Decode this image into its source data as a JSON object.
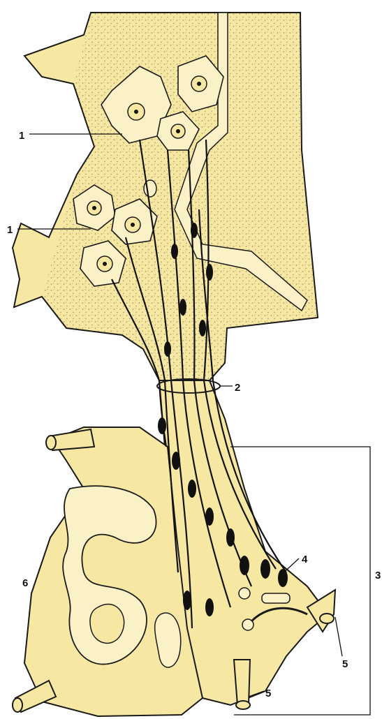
{
  "diagram": {
    "labels": [
      {
        "id": "1a",
        "text": "1"
      },
      {
        "id": "1b",
        "text": "1"
      },
      {
        "id": "2",
        "text": "2"
      },
      {
        "id": "3",
        "text": "3"
      },
      {
        "id": "4",
        "text": "4"
      },
      {
        "id": "5a",
        "text": "5"
      },
      {
        "id": "5b",
        "text": "5"
      },
      {
        "id": "6",
        "text": "6"
      }
    ]
  },
  "colors": {
    "tissue_fill": "#f6e7a2",
    "ink": "#111111",
    "background": "#ffffff"
  }
}
